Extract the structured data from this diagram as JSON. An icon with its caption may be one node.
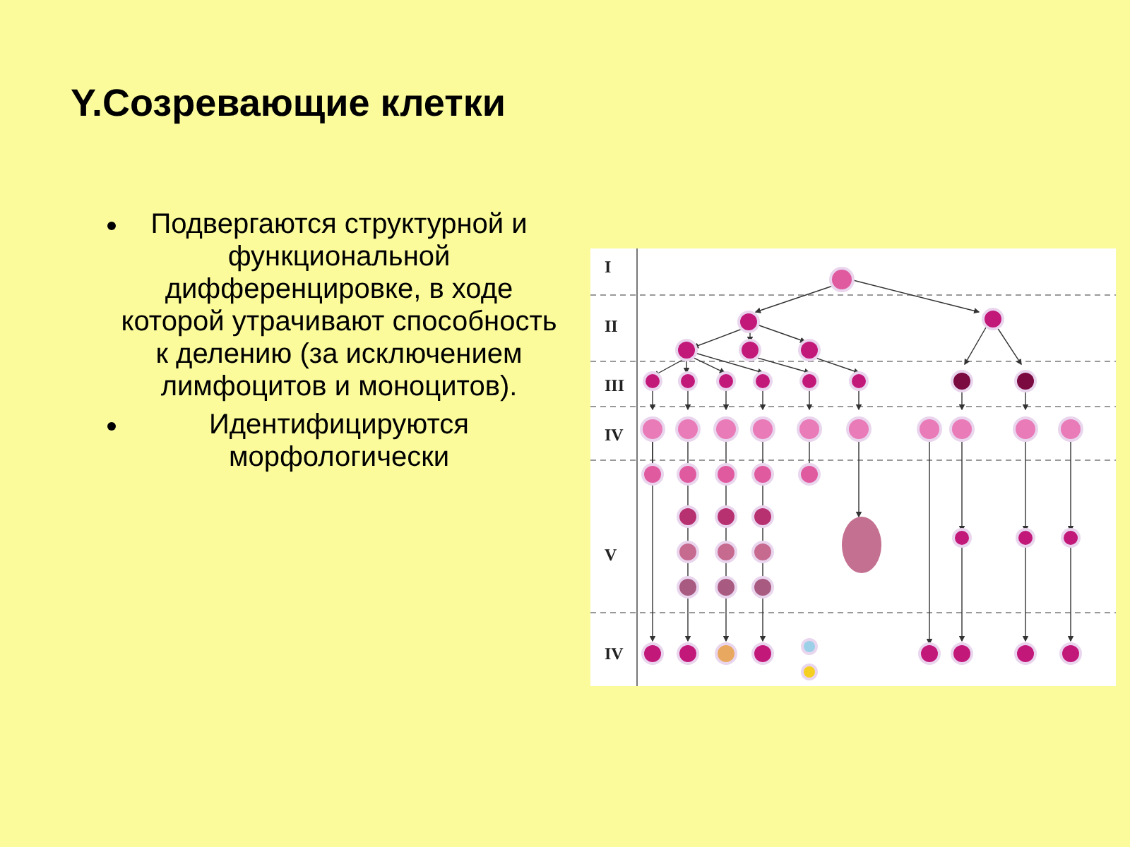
{
  "diagram": {
    "title": "Y.Созревающие клетки",
    "labels": [
      "Подвергаются структурной и функциональной дифференцировке, в ходе которой утрачивают способность к делению (за исключением лимфоцитов и моноцитов).",
      "Идентифицируются морфологически",
      "I",
      "II",
      "III",
      "IV",
      "V",
      "IV"
    ]
  }
}
